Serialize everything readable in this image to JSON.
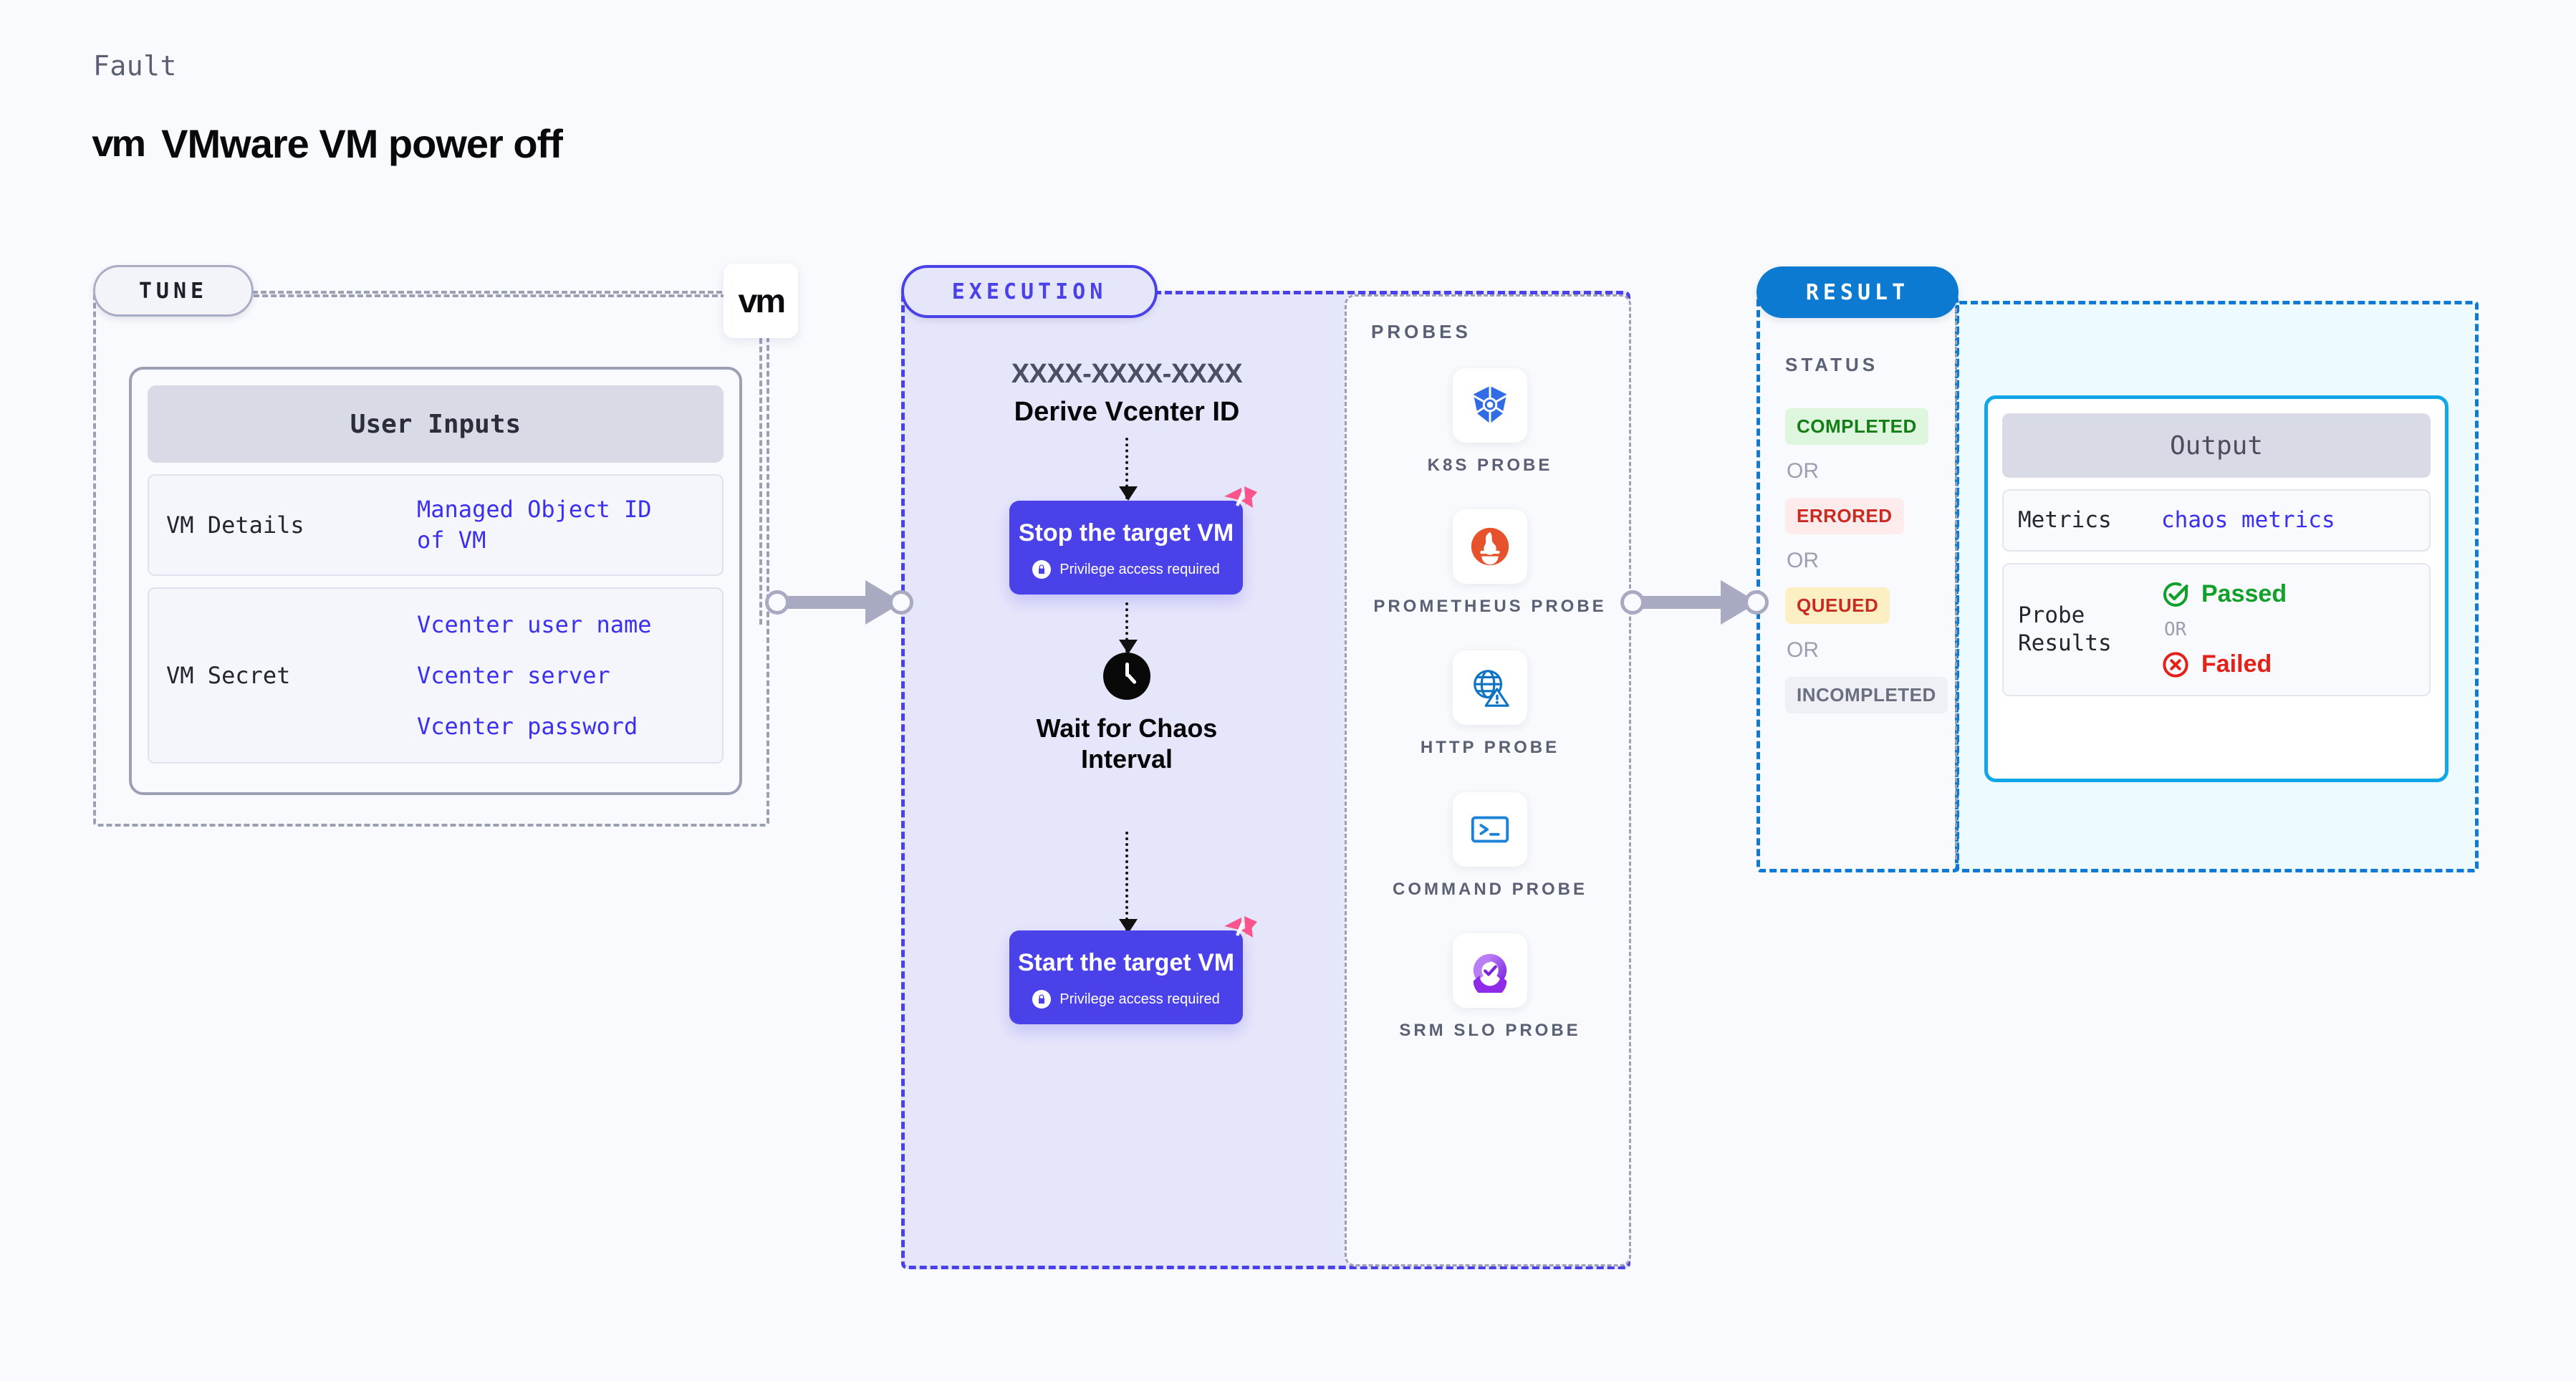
{
  "header": {
    "kicker": "Fault",
    "logo": "vm",
    "title": "VMware VM power off"
  },
  "tune": {
    "pill_label": "TUNE",
    "badge_logo": "vm",
    "card_title": "User Inputs",
    "rows": [
      {
        "key": "VM Details",
        "values": [
          "Managed Object ID",
          "of VM"
        ]
      },
      {
        "key": "VM Secret",
        "values": [
          "Vcenter user name",
          "Vcenter server",
          "Vcenter password"
        ]
      }
    ]
  },
  "execution": {
    "pill_label": "EXECUTION",
    "derive_id": "XXXX-XXXX-XXXX",
    "derive_label": "Derive Vcenter ID",
    "steps": [
      {
        "title": "Stop the target VM",
        "subtitle": "Privilege access required"
      },
      {
        "title": "Start the target VM",
        "subtitle": "Privilege access required"
      }
    ],
    "wait": {
      "label_line1": "Wait for Chaos",
      "label_line2": "Interval"
    },
    "probes": {
      "title": "PROBES",
      "items": [
        {
          "name": "K8S PROBE",
          "icon": "kubernetes-icon"
        },
        {
          "name": "PROMETHEUS PROBE",
          "icon": "prometheus-icon"
        },
        {
          "name": "HTTP PROBE",
          "icon": "http-globe-icon"
        },
        {
          "name": "COMMAND PROBE",
          "icon": "terminal-icon"
        },
        {
          "name": "SRM SLO PROBE",
          "icon": "srm-slo-icon"
        }
      ]
    }
  },
  "result": {
    "pill_label": "RESULT",
    "status_title": "STATUS",
    "or_label": "OR",
    "statuses": [
      {
        "label": "COMPLETED",
        "tone": "green"
      },
      {
        "label": "ERRORED",
        "tone": "red"
      },
      {
        "label": "QUEUED",
        "tone": "amber"
      },
      {
        "label": "INCOMPLETED",
        "tone": "gray"
      }
    ],
    "output": {
      "card_title": "Output",
      "metrics_key": "Metrics",
      "metrics_value": "chaos metrics",
      "probe_results_key_line1": "Probe",
      "probe_results_key_line2": "Results",
      "passed_label": "Passed",
      "failed_label": "Failed",
      "or_label": "OR"
    }
  },
  "colors": {
    "background": "#f8fafd",
    "execution_accent": "#4b41e8",
    "result_accent": "#0c7ad1",
    "output_accent": "#11a6e8",
    "tune_accent": "#9ba0b5",
    "value_text": "#3b2ff0",
    "status_green": "#147d15",
    "status_red": "#c92b21",
    "status_amber": "#fdefc4",
    "harness_pink": "#f9558c"
  }
}
